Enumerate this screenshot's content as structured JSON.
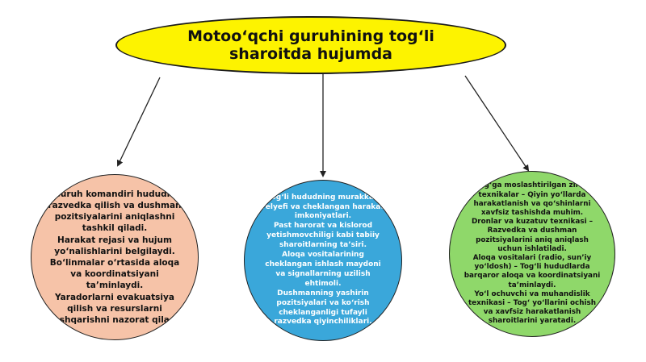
{
  "title": "Motoo‘qchi guruhining tog‘li sharoitda hujumda",
  "nodes": [
    {
      "id": "left",
      "color": "#f6c3a8",
      "lines": [
        "Guruh komandiri hududni razvedka qilish va dushman pozitsiyalarini aniqlashni tashkil qiladi.",
        "Harakat rejasi va hujum yo‘nalishlarini belgilaydi.",
        "Bo‘linmalar o‘rtasida aloqa va koordinatsiyani ta’minlaydi.",
        "Yaradorlarni evakuatsiya qilish va resurslarni boshqarishni nazorat qiladi."
      ]
    },
    {
      "id": "middle",
      "color": "#3aa7da",
      "lines": [
        "Tog‘li hududning murakkab relyefi va cheklangan harakat imkoniyatlari.",
        "Past harorat va kislorod yetishmovchiligi kabi tabiiy sharoitlarning ta’siri.",
        "Aloqa vositalarining cheklangan ishlash maydoni va signallarning uzilish ehtimoli.",
        "Dushmanning yashirin pozitsiyalari va ko‘rish cheklanganligi tufayli razvedka qiyinchiliklari."
      ]
    },
    {
      "id": "right",
      "color": "#8fd86a",
      "lines": [
        "Tog‘ga moslashtirilgan zirhli texnikalar – Qiyin yo‘llarda harakatlanish va qo‘shinlarni xavfsiz tashishda muhim.",
        "Dronlar va kuzatuv texnikasi – Razvedka va dushman pozitsiyalarini aniq aniqlash uchun ishlatiladi.",
        "Aloqa vositalari (radio, sun’iy yo‘ldosh) – Tog‘li hududlarda barqaror aloqa va koordinatsiyani ta’minlaydi.",
        "Yo‘l ochuvchi va muhandislik texnikasi – Tog‘ yo‘llarini ochish va xavfsiz harakatlanish sharoitlarini yaratadi."
      ]
    }
  ],
  "colors": {
    "title_fill": "#fdf300",
    "outline": "#222222",
    "arrow": "#222222"
  }
}
